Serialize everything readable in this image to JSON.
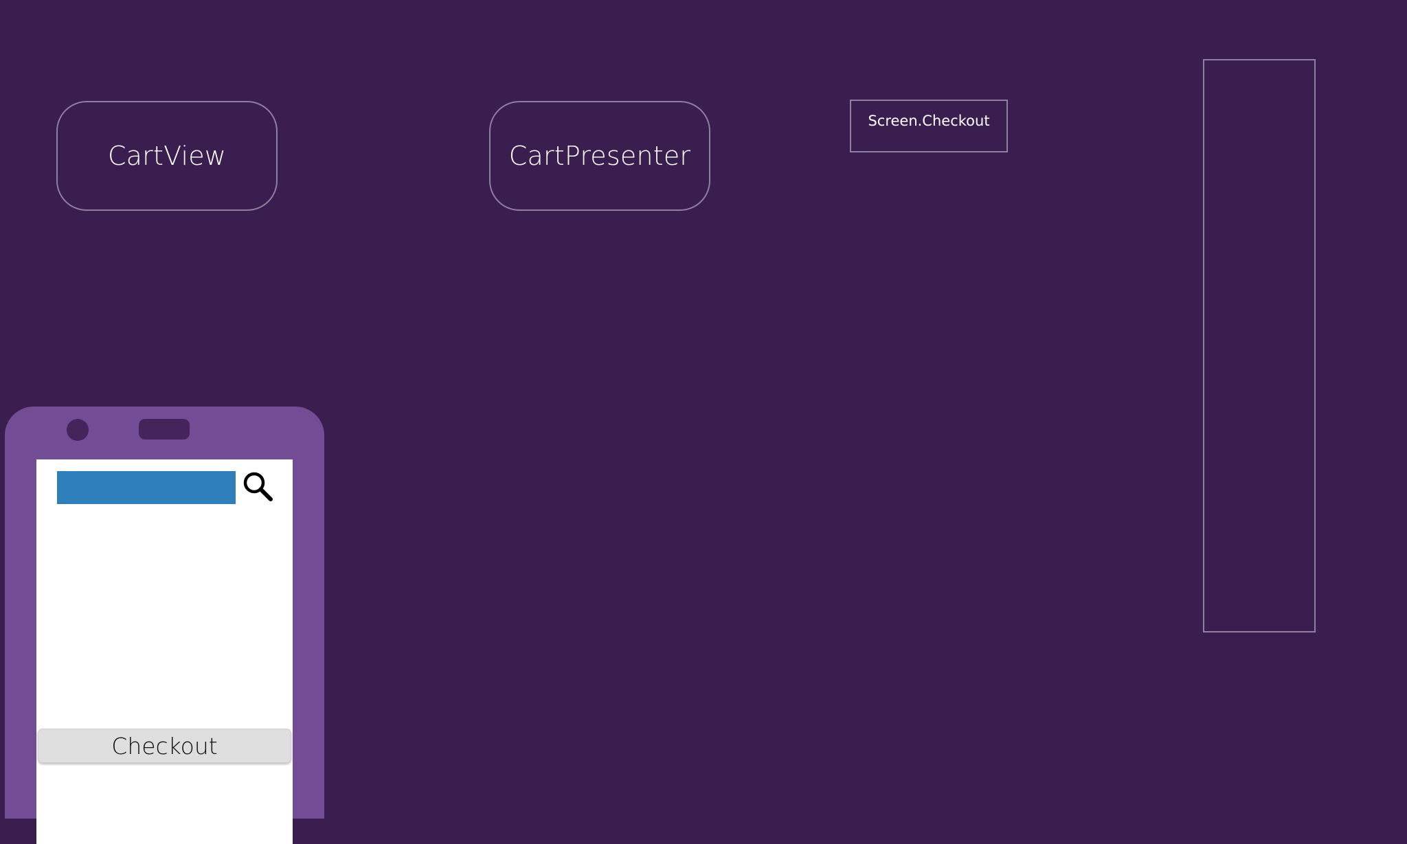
{
  "diagram": {
    "nodes": {
      "cart_view": "CartView",
      "cart_presenter": "CartPresenter"
    },
    "screen_label": "Screen.Checkout",
    "navigation_stack": []
  },
  "phone": {
    "search": {
      "value": ""
    },
    "checkout_label": "Checkout"
  },
  "colors": {
    "background": "#3b1e50",
    "node_border": "#8f7fa0",
    "phone_body": "#724c94",
    "search_bar": "#2f7fba",
    "button": "#dedede"
  },
  "icons": {
    "search": "search-icon"
  }
}
